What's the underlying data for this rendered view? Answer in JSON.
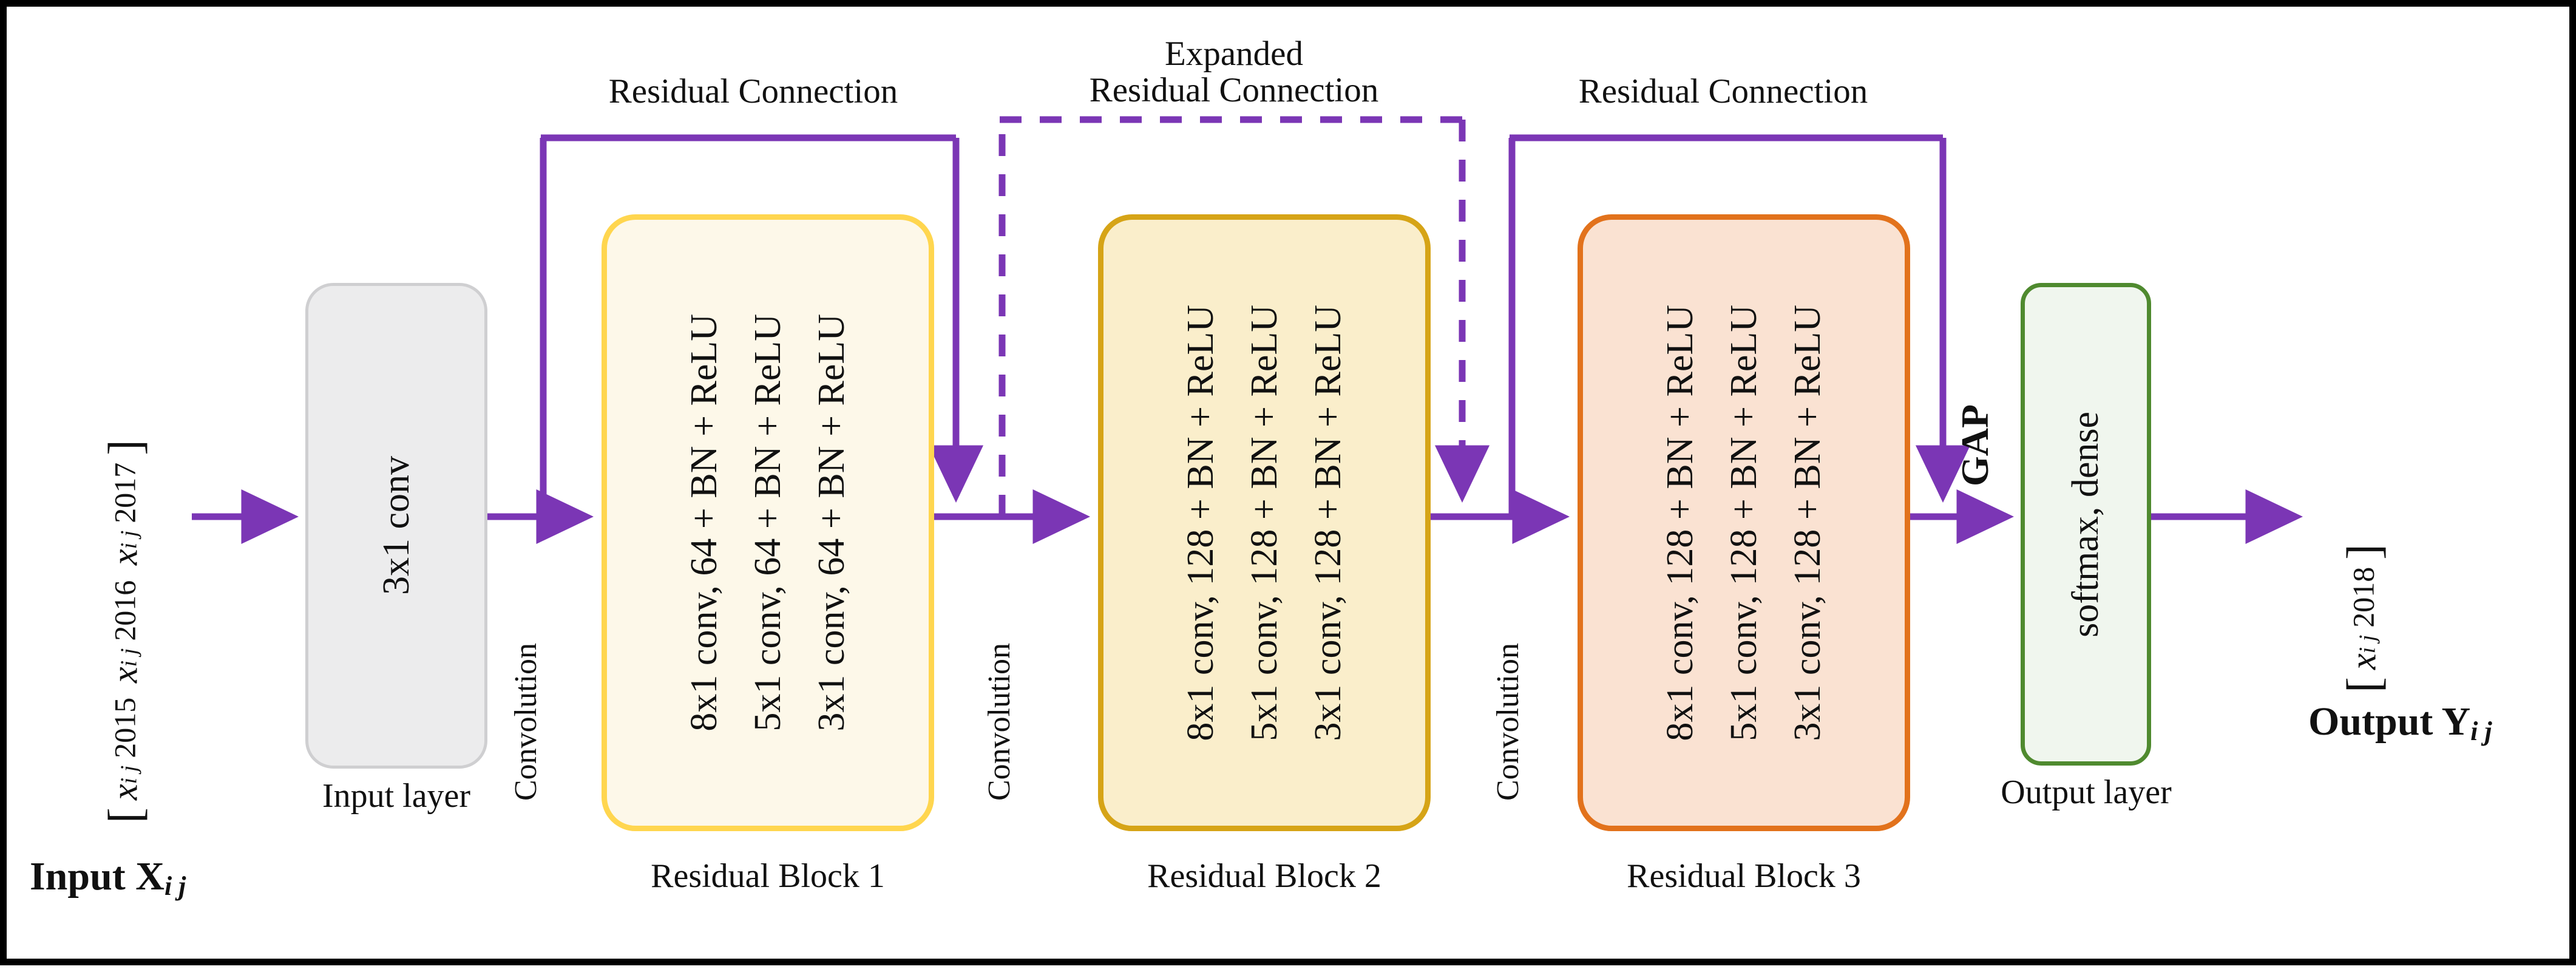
{
  "diagram": {
    "title": "Residual CNN architecture for yearly series prediction",
    "accent_color": "#7b36b5",
    "frame_color": "#000000"
  },
  "input": {
    "vector_open_bracket": "[",
    "vector_close_bracket": "]",
    "elements": [
      {
        "symbol": "x",
        "subscript": "i j",
        "year": "2015"
      },
      {
        "symbol": "x",
        "subscript": "i j",
        "year": "2016"
      },
      {
        "symbol": "x",
        "subscript": "i j",
        "year": "2017"
      }
    ],
    "label": "Input X",
    "label_subscript": "i j"
  },
  "input_layer": {
    "box_text": "3x1 conv",
    "caption": "Input layer",
    "fill": "#ececed",
    "border": "#cfcfd1"
  },
  "blocks": [
    {
      "name": "Residual Block 1",
      "caption": "Residual Block 1",
      "fill": "#fdf8e9",
      "border": "#ffd64f",
      "layers": [
        "8x1 conv, 64 + BN + ReLU",
        "5x1 conv, 64 + BN + ReLU",
        "3x1 conv, 64 + BN + ReLU"
      ]
    },
    {
      "name": "Residual Block 2",
      "caption": "Residual Block 2",
      "fill": "#faeecb",
      "border": "#d6a417",
      "layers": [
        "8x1 conv, 128 + BN + ReLU",
        "5x1 conv, 128 + BN + ReLU",
        "3x1 conv, 128 + BN + ReLU"
      ]
    },
    {
      "name": "Residual Block 3",
      "caption": "Residual Block 3",
      "fill": "#fae2d2",
      "border": "#e2721c",
      "layers": [
        "8x1 conv, 128 + BN + ReLU",
        "5x1 conv, 128 + BN + ReLU",
        "3x1 conv, 128 + BN + ReLU"
      ]
    }
  ],
  "connections": {
    "residual_1_label": "Residual Connection",
    "expanded_label_line1": "Expanded",
    "expanded_label_line2": "Residual Connection",
    "residual_3_label": "Residual Connection",
    "convolution_label_1": "Convolution",
    "convolution_label_2": "Convolution",
    "convolution_label_3": "Convolution",
    "gap_label": "GAP"
  },
  "output_layer": {
    "box_text": "softmax, dense",
    "caption": "Output layer",
    "fill": "#f0f6ee",
    "border": "#4f8a2f"
  },
  "output": {
    "vector_open_bracket": "[",
    "vector_close_bracket": "]",
    "elements": [
      {
        "symbol": "x",
        "subscript": "i j",
        "year": "2018"
      }
    ],
    "label": "Output Y",
    "label_subscript": "i j"
  }
}
